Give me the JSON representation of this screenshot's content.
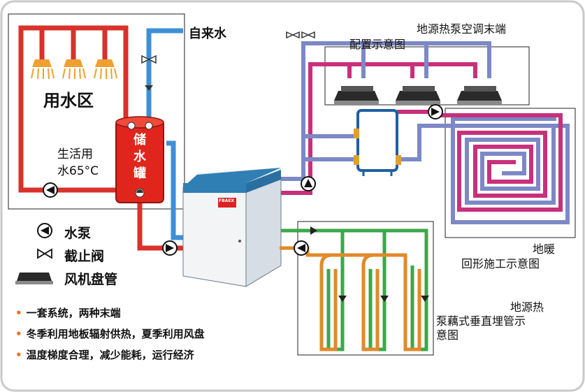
{
  "labels": {
    "tap_water": "自来水",
    "water_zone": "用水区",
    "domestic_water_line1": "生活用",
    "domestic_water_line2": "水65°C",
    "tank_char1": "储",
    "tank_char2": "水",
    "tank_char3": "罐",
    "ac_terminal_title": "地源热泵空调末端",
    "ac_terminal_subtitle": "配置示意图",
    "floor_heating_title": "地暖",
    "floor_heating_subtitle": "回形施工示意图",
    "ground_loop_title": "地源热",
    "ground_loop_line2": "泵藕式垂直埋管示",
    "ground_loop_line3": "意图",
    "unit_badge": "FBAEX"
  },
  "legend": [
    {
      "icon": "pump-icon",
      "label": "水泵"
    },
    {
      "icon": "valve-icon",
      "label": "截止阀"
    },
    {
      "icon": "fan-coil-icon",
      "label": "风机盘管"
    }
  ],
  "notes": [
    "一套系统，两种末端",
    "冬季利用地板辐射供热，夏季利用风盘",
    "温度梯度合理，减少能耗，运行经济"
  ],
  "colors": {
    "hot_pipe": "#d8322a",
    "cold_pipe": "#3e8fd6",
    "magenta_pipe": "#c8307c",
    "purple_pipe": "#7d88c6",
    "ground_green": "#3aa84a",
    "ground_orange": "#e08a2a",
    "bullet": "#e8741c"
  }
}
